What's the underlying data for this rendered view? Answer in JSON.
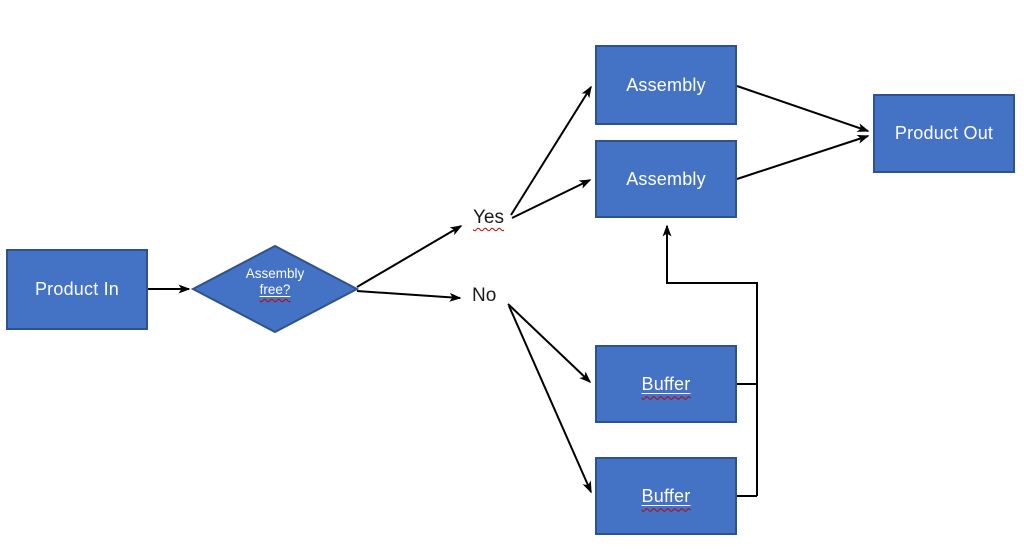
{
  "diagram": {
    "type": "flowchart",
    "nodes": {
      "product_in": {
        "label": "Product In"
      },
      "decision": {
        "line1": "Assembly",
        "line2": "free?"
      },
      "assembly_top": {
        "label": "Assembly"
      },
      "assembly_bottom": {
        "label": "Assembly"
      },
      "product_out": {
        "label": "Product Out"
      },
      "buffer_top": {
        "label": "Buffer"
      },
      "buffer_bottom": {
        "label": "Buffer"
      }
    },
    "edge_labels": {
      "yes": "Yes",
      "no": "No"
    },
    "colors": {
      "node_fill": "#4472C4",
      "node_border": "#2F528F",
      "node_text": "#FFFFFF",
      "connector": "#000000",
      "edge_label_text": "#1A1A1A",
      "spellcheck_underline": "#C00000",
      "background": "#FFFFFF"
    }
  }
}
